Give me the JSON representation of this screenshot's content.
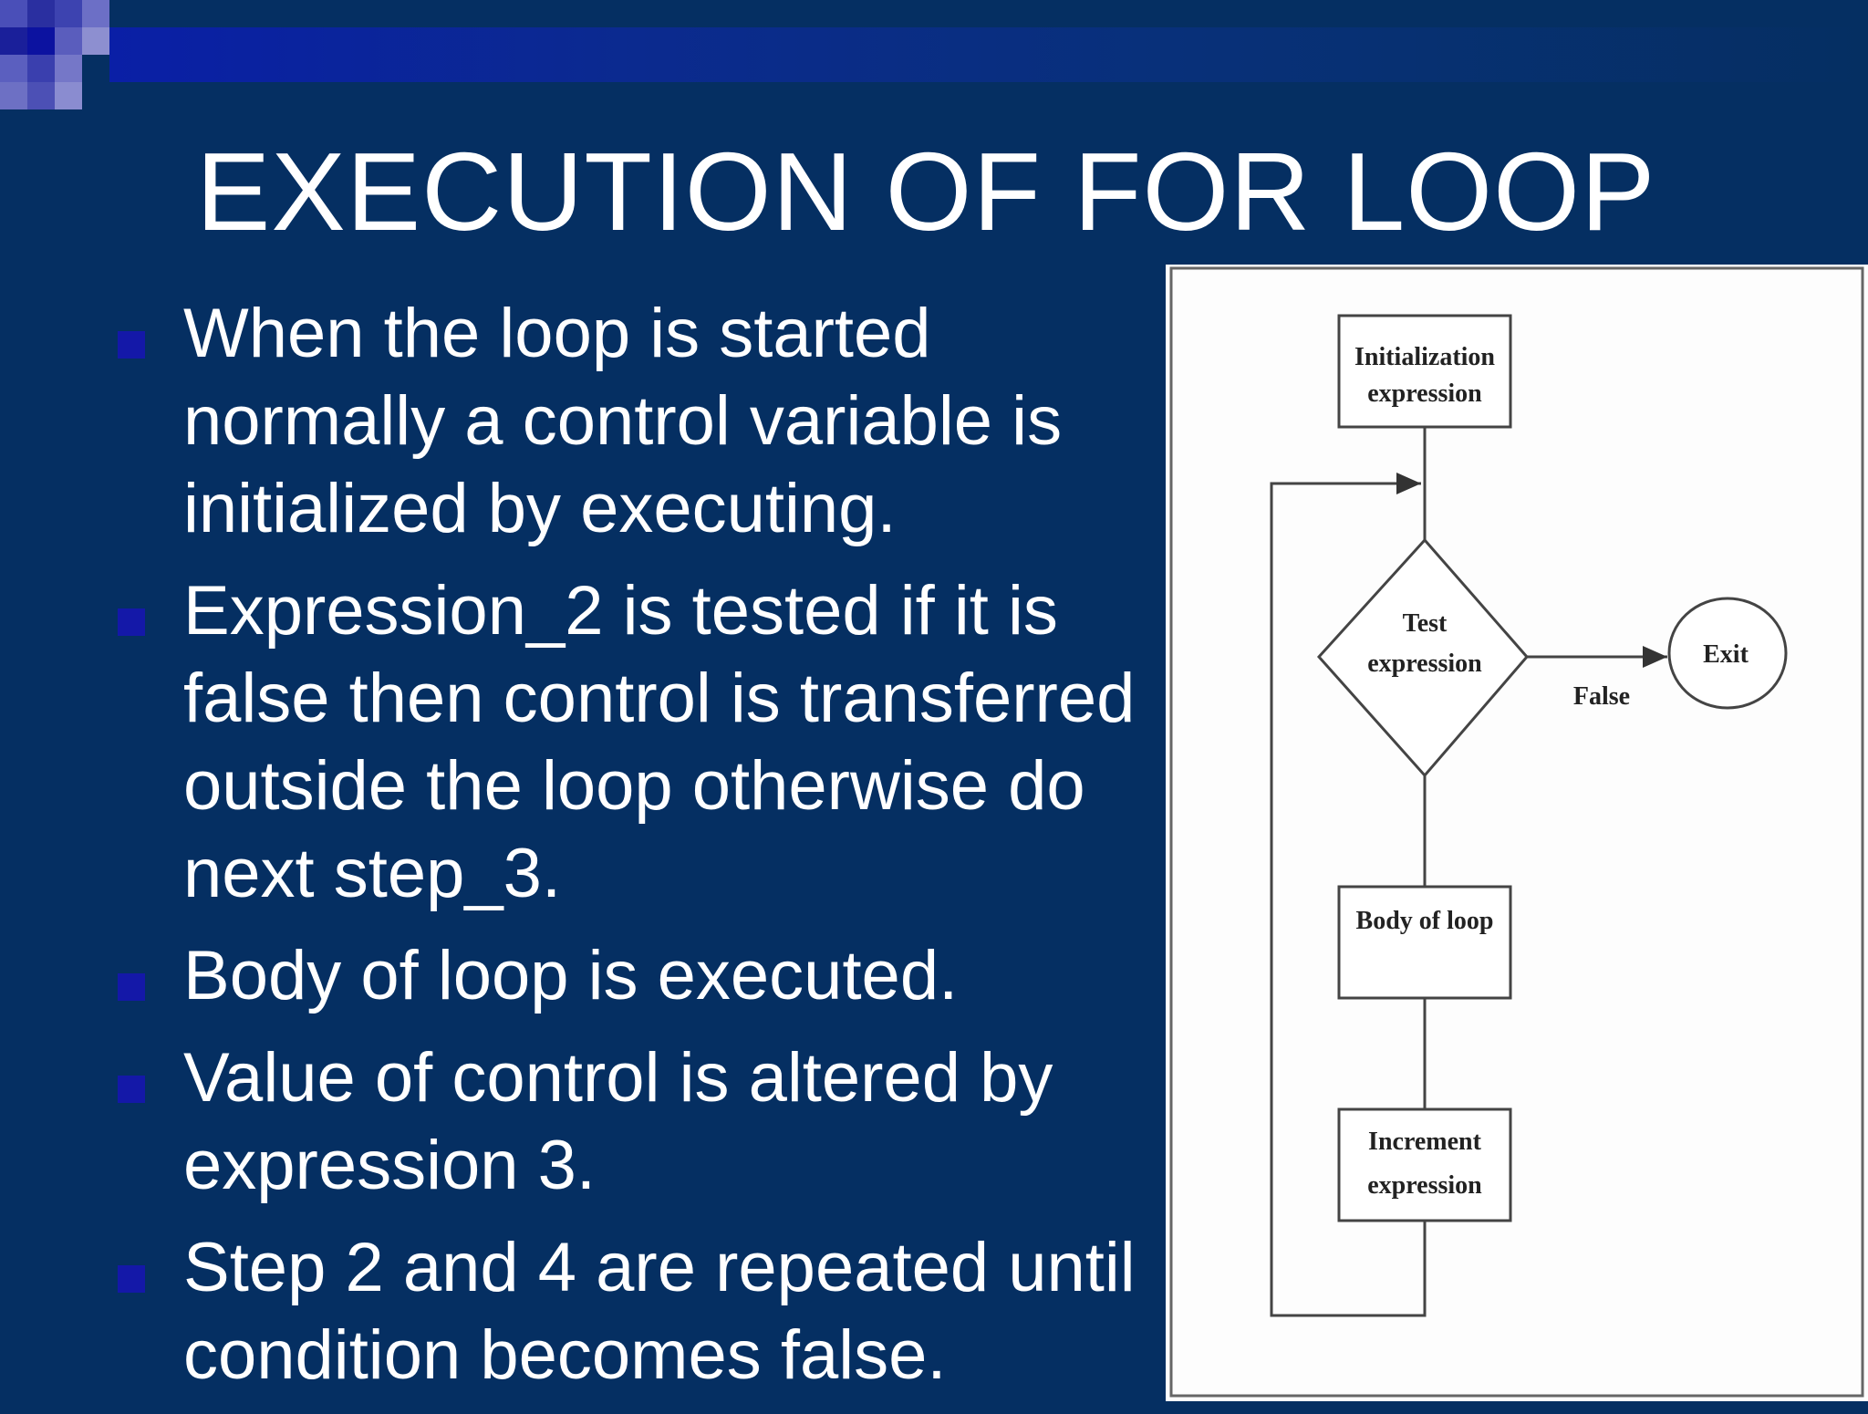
{
  "slide": {
    "title": "EXECUTION OF FOR LOOP",
    "bullets": [
      "When the loop is started normally a control variable is initialized by executing.",
      "Expression_2 is tested if it is false then control is transferred outside the loop otherwise do next step_3.",
      "Body of loop is executed.",
      "Value of control is altered by expression 3.",
      "Step 2 and 4 are repeated until condition becomes false."
    ]
  },
  "flowchart": {
    "init_line1": "Initialization",
    "init_line2": "expression",
    "test_line1": "Test",
    "test_line2": "expression",
    "exit": "Exit",
    "false_label": "False",
    "body": "Body of loop",
    "incr_line1": "Increment",
    "incr_line2": "expression"
  },
  "colors": {
    "background": "#052f62",
    "accent_band": "#0a1fa6",
    "bullet_marker": "#1418a8",
    "text": "#ffffff"
  }
}
